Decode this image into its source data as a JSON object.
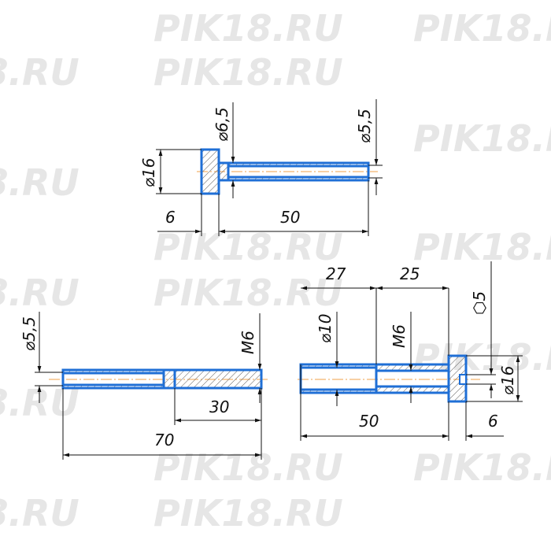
{
  "watermark": {
    "text": "PIK18.RU"
  },
  "colors": {
    "outline": "#1f6fd6",
    "axis": "#f2a04a",
    "line": "#111111",
    "hatch": "#555555"
  },
  "part_top": {
    "dia_head": "⌀16",
    "dia_neck": "⌀6,5",
    "dia_tip": "⌀5,5",
    "len_head": "6",
    "len_total": "50"
  },
  "part_left": {
    "dia": "⌀5,5",
    "thread": "M6",
    "len_thread": "30",
    "len_total": "70"
  },
  "part_right": {
    "len_bore": "27",
    "len_thread": "25",
    "hex": "⬡5",
    "dia_bore": "⌀10",
    "thread": "M6",
    "dia_head": "⌀16",
    "len_body": "50",
    "len_head": "6"
  }
}
